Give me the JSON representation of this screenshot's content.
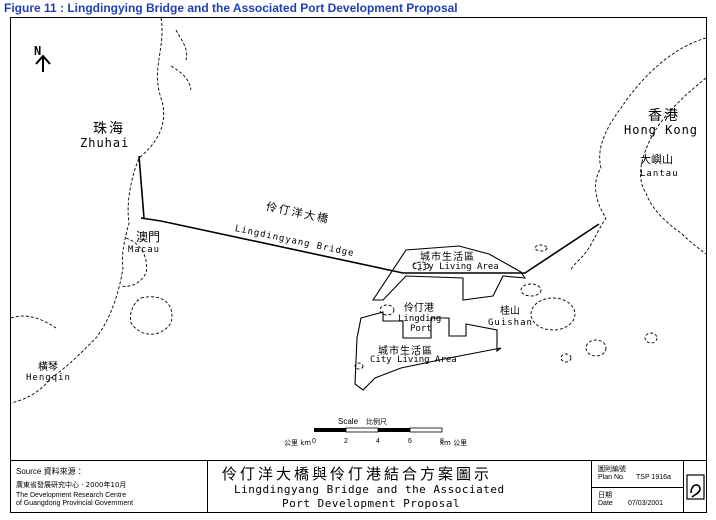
{
  "figure_title": "Figure 11 : Lingdingying Bridge and the Associated Port Development Proposal",
  "north": "N",
  "places": {
    "zhuhai_cn": "珠海",
    "zhuhai_en": "Zhuhai",
    "hongkong_cn": "香港",
    "hongkong_en": "Hong Kong",
    "lantau_cn": "大嶼山",
    "lantau_en": "Lantau",
    "macau_cn": "澳門",
    "macau_en": "Macau",
    "hengqin_cn": "橫琴",
    "hengqin_en": "Hengqin",
    "guishan_cn": "桂山",
    "guishan_en": "Guishan"
  },
  "features": {
    "bridge_cn": "伶仃洋大橋",
    "bridge_en": "Lingdingyang Bridge",
    "city_living_cn": "城市生活區",
    "city_living_en": "City Living Area",
    "port_cn": "伶仃港",
    "port_en_1": "Lingding",
    "port_en_2": "Port",
    "city_living2_cn": "城市生活區",
    "city_living2_en": "City Living Area"
  },
  "scale": {
    "title_en": "Scale",
    "title_cn": "比例尺",
    "unit_left": "公里 km",
    "ticks": [
      "0",
      "2",
      "4",
      "6",
      "8"
    ],
    "unit_right": "km 公里"
  },
  "title_block": {
    "source_label": "Source 資料來源 ：",
    "source_cn": "廣東省發展研究中心 · 2000年10月",
    "source_en_1": "The Development Research Centre",
    "source_en_2": "of Guangdong Provincial Government",
    "main_cn": "伶仃洋大橋與伶仃港結合方案圖示",
    "main_en_1": "Lingdingyang Bridge and the Associated",
    "main_en_2": "Port Development Proposal",
    "plan_label_cn": "圖則編號",
    "plan_label_en": "Plan No.",
    "plan_no": "TSP 1916a",
    "date_label_cn": "日期",
    "date_label_en": "Date",
    "date_value": "07/03/2001"
  }
}
